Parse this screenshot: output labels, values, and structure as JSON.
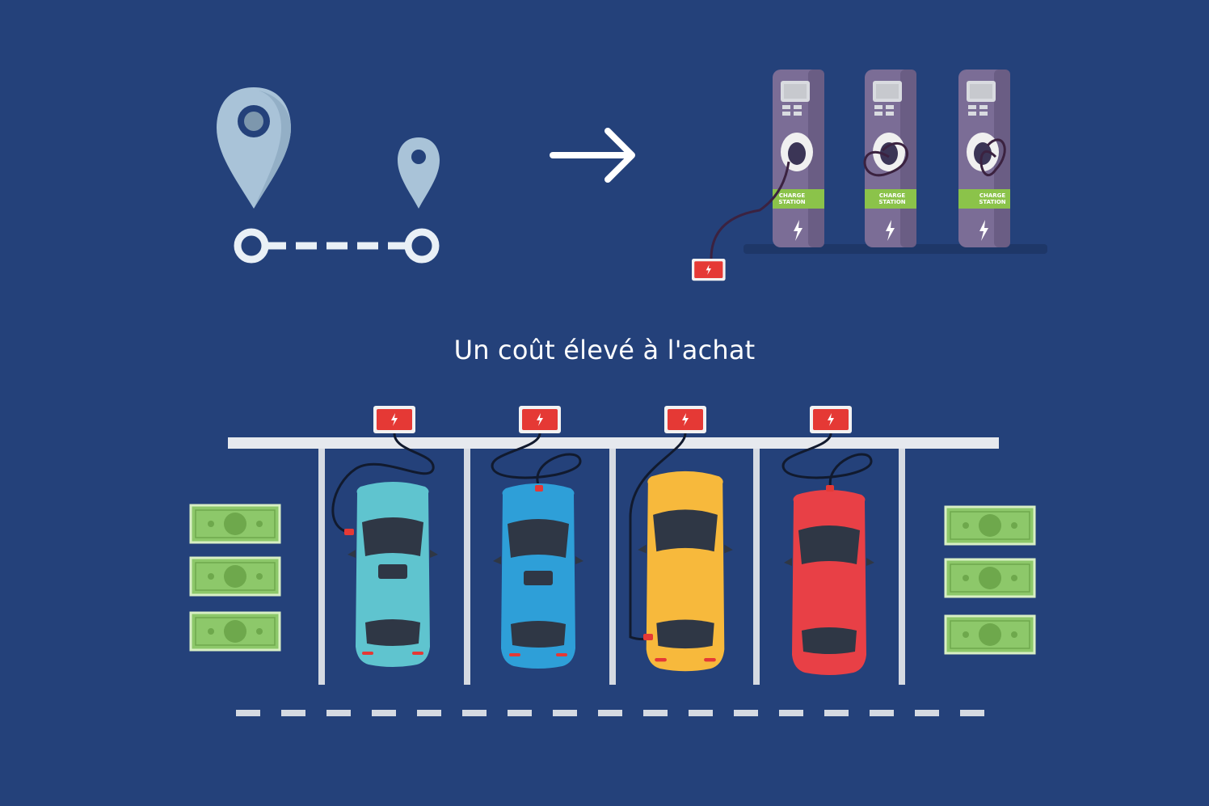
{
  "caption": "Un coût élevé à l'achat",
  "stations": [
    {
      "label_line1": "CHARGE",
      "label_line2": "STATION"
    },
    {
      "label_line1": "CHARGE",
      "label_line2": "STATION"
    },
    {
      "label_line1": "CHARGE",
      "label_line2": "STATION"
    }
  ],
  "colors": {
    "background": "#24417a",
    "pin": "#a9c3d8",
    "station_body": "#7b6d96",
    "station_accent": "#8bc34a",
    "charger_red": "#e53935",
    "money_green": "#8dc86a",
    "car_teal": "#5fc4cf",
    "car_blue": "#2e9fd8",
    "car_yellow": "#f7b93c",
    "car_red": "#e84046"
  },
  "icons": [
    "location-pin-icon",
    "route-icon",
    "arrow-right-icon",
    "charging-station-icon",
    "lightning-icon",
    "banknote-icon",
    "car-icon"
  ]
}
